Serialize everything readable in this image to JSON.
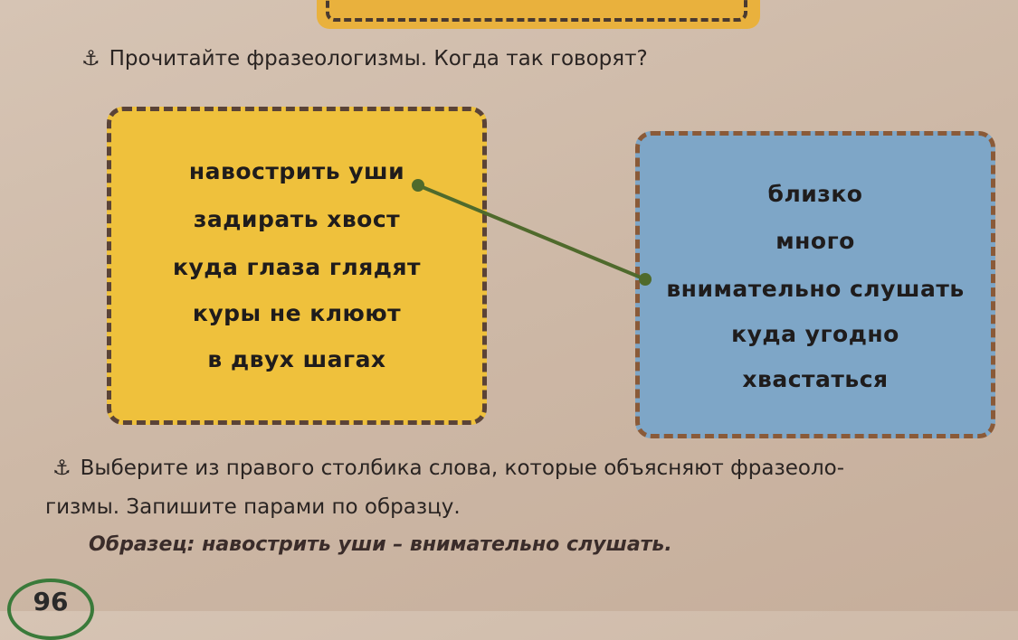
{
  "task1": {
    "icon": "anchor-icon",
    "text": "Прочитайте фразеологизмы. Когда так говорят?"
  },
  "left_column": [
    "навострить уши",
    "задирать хвост",
    "куда глаза глядят",
    "куры не клюют",
    "в двух шагах"
  ],
  "right_column": [
    "близко",
    "много",
    "внимательно слушать",
    "куда угодно",
    "хвастаться"
  ],
  "task2": {
    "icon": "anchor-icon",
    "line1": "Выберите из правого столбика слова, которые объясняют фразеоло-",
    "line2": "гизмы. Запишите парами по образцу."
  },
  "sample": "Образец: навострить уши – внимательно слушать.",
  "page_number": "96",
  "colors": {
    "yellow": "#efc13c",
    "blue": "#7ea6c7",
    "line": "#4f6a2c"
  }
}
